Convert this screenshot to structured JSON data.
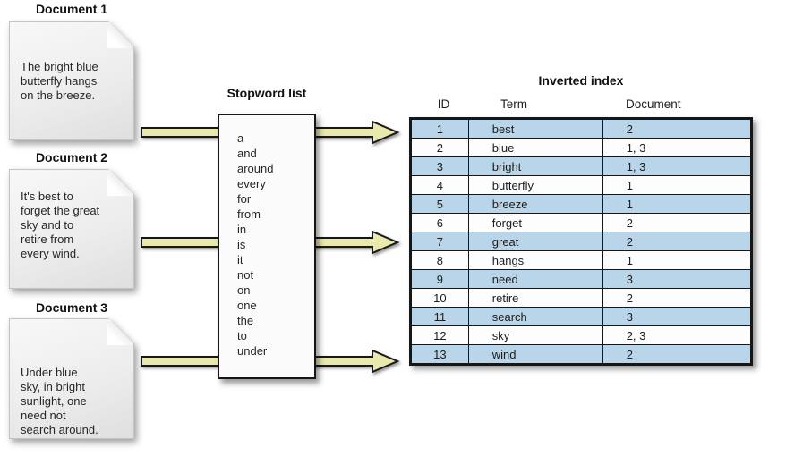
{
  "documents": [
    {
      "title": "Document 1",
      "text": "The bright blue\nbutterfly hangs\non the breeze."
    },
    {
      "title": "Document 2",
      "text": "It's best to\nforget the great\nsky and to\nretire from\nevery wind."
    },
    {
      "title": "Document 3",
      "text": "Under blue\nsky, in bright\nsunlight, one\nneed not\nsearch around."
    }
  ],
  "stopword_list": {
    "title": "Stopword list",
    "words": [
      "a",
      "and",
      "around",
      "every",
      "for",
      "from",
      "in",
      "is",
      "it",
      "not",
      "on",
      "one",
      "the",
      "to",
      "under"
    ]
  },
  "inverted_index": {
    "title": "Inverted index",
    "columns": [
      "ID",
      "Term",
      "Document"
    ],
    "rows": [
      {
        "id": "1",
        "term": "best",
        "document": "2"
      },
      {
        "id": "2",
        "term": "blue",
        "document": "1, 3"
      },
      {
        "id": "3",
        "term": "bright",
        "document": "1, 3"
      },
      {
        "id": "4",
        "term": "butterfly",
        "document": "1"
      },
      {
        "id": "5",
        "term": "breeze",
        "document": "1"
      },
      {
        "id": "6",
        "term": "forget",
        "document": "2"
      },
      {
        "id": "7",
        "term": "great",
        "document": "2"
      },
      {
        "id": "8",
        "term": "hangs",
        "document": "1"
      },
      {
        "id": "9",
        "term": "need",
        "document": "3"
      },
      {
        "id": "10",
        "term": "retire",
        "document": "2"
      },
      {
        "id": "11",
        "term": "search",
        "document": "3"
      },
      {
        "id": "12",
        "term": "sky",
        "document": "2, 3"
      },
      {
        "id": "13",
        "term": "wind",
        "document": "2"
      }
    ]
  },
  "colors": {
    "arrow_fill": "#e9e9ae",
    "row_highlight": "#b8d5e9",
    "row_plain": "#fdfdfd",
    "line": "#161616"
  }
}
